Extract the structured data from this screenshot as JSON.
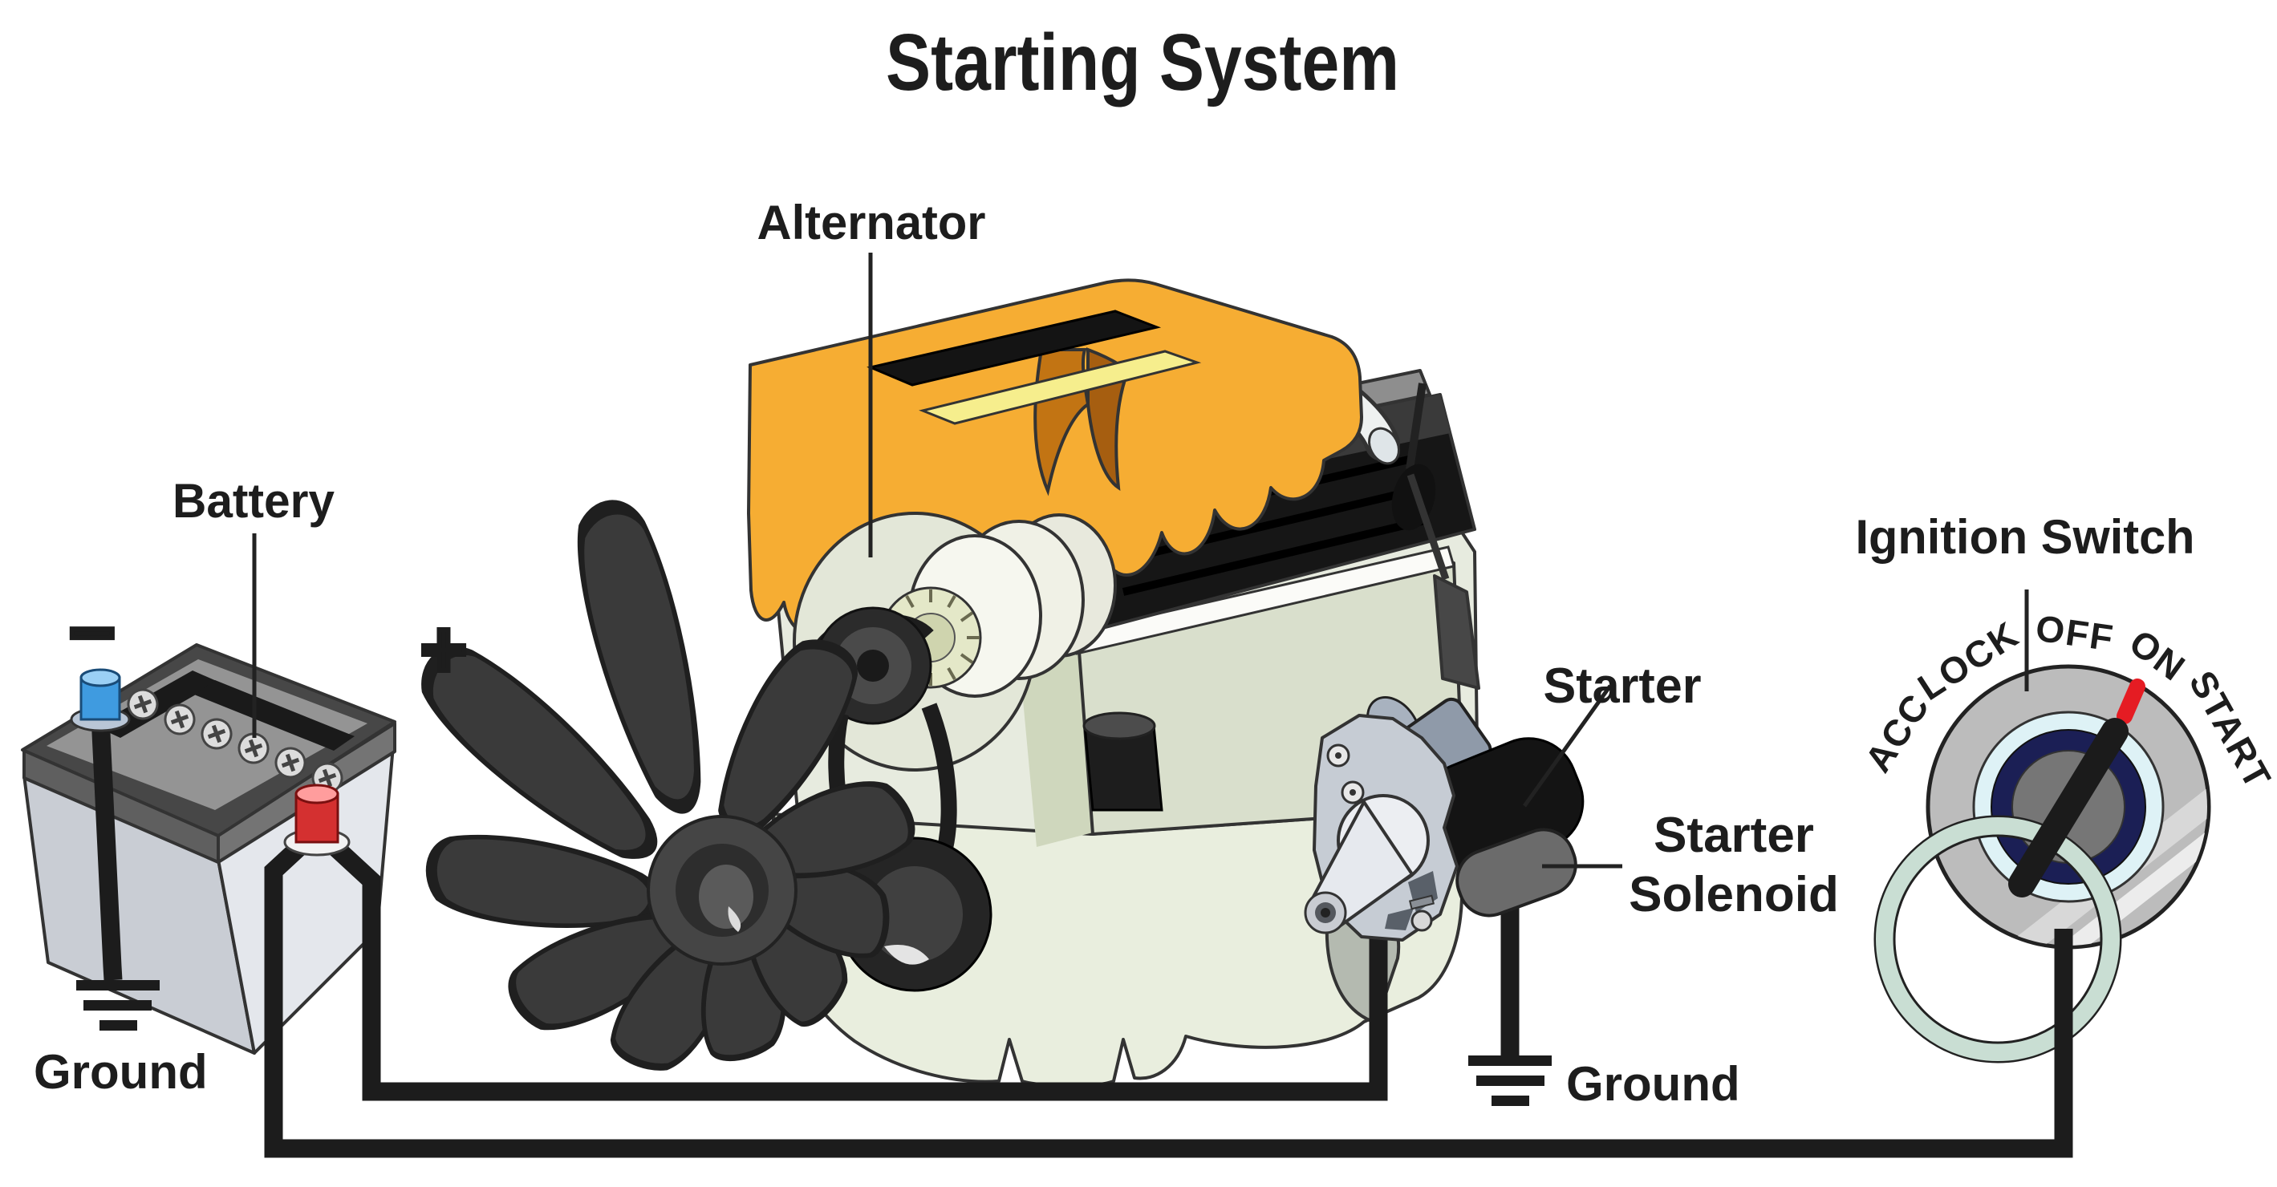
{
  "title": "Starting System",
  "labels": {
    "battery": "Battery",
    "battery_minus": "−",
    "battery_plus": "+",
    "ground_left": "Ground",
    "alternator": "Alternator",
    "starter": "Starter",
    "starter_solenoid_line1": "Starter",
    "starter_solenoid_line2": "Solenoid",
    "ground_right": "Ground",
    "ignition_switch": "Ignition Switch"
  },
  "ignition": {
    "positions": [
      "ACC",
      "LOCK",
      "OFF",
      "ON",
      "START"
    ],
    "indicator_near": "ON"
  },
  "colors": {
    "wire": "#1c1c1c",
    "valve_cover_orange": "#f6ad33",
    "battery_positive_red": "#d43030",
    "battery_negative_blue": "#3f9be0",
    "ignition_indicator_red": "#e51c23",
    "ignition_ring_navy": "#1b1f55",
    "ignition_ring_cyan": "#def2f6",
    "key_ring_green": "#c9ded3"
  }
}
